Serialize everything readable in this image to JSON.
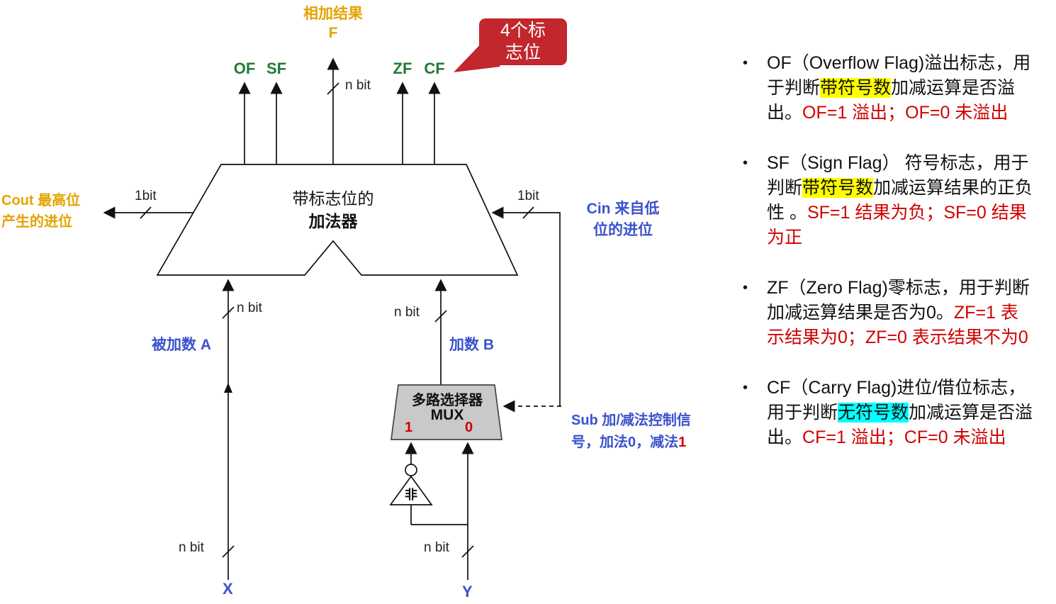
{
  "diagram": {
    "result_label": {
      "line1": "相加结果",
      "line2": "F"
    },
    "nbit": "n bit",
    "onebit": "1bit",
    "flags": {
      "of": "OF",
      "sf": "SF",
      "zf": "ZF",
      "cf": "CF"
    },
    "bubble_text": "4个标志位",
    "adder": {
      "line1": "带标志位的",
      "line2": "加法器"
    },
    "cout": {
      "line1": "Cout 最高位",
      "line2": "产生的进位"
    },
    "cin": {
      "line1": "Cin 来自低",
      "line2": "位的进位"
    },
    "input_a": "被加数 A",
    "input_b": "加数 B",
    "x": "X",
    "y": "Y",
    "mux": {
      "title": "多路选择器",
      "name": "MUX",
      "sel1": "1",
      "sel0": "0"
    },
    "not_label": "非",
    "sub": {
      "line1": "Sub 加/减法控制信",
      "line2_blue": "号，加法0，减法",
      "line2_red": "1"
    }
  },
  "panel": {
    "bullet_char": "•",
    "bullets": [
      {
        "segments": [
          "OF（Overflow Flag)溢出标志，用于判断",
          "带符号数",
          "加减运算是否溢出。",
          "OF=1 溢出；OF=0 未溢出"
        ]
      },
      {
        "segments": [
          "SF（Sign Flag） 符号标志，用于判断",
          "带符号数",
          "加减运算结果的正负性 。",
          "SF=1 结果为负；SF=0 结果为正"
        ]
      },
      {
        "segments": [
          "ZF（Zero Flag)零标志，用于判断加减运算结果是否为0。",
          "ZF=1 表示结果为0；ZF=0 表示结果不为0"
        ]
      },
      {
        "segments": [
          "CF（Carry Flag)进位/借位标志，用于判断",
          "无符号数",
          "加减运算是否溢出。",
          "CF=1 溢出；CF=0 未溢出"
        ]
      }
    ]
  },
  "colors": {
    "accent_orange": "#e5a300",
    "accent_blue": "#3a52cc",
    "accent_green": "#1e7d32",
    "accent_red": "#cf0000",
    "bubble_red": "#c1272d",
    "highlight_yellow": "#ffff00",
    "highlight_cyan": "#00ffff",
    "mux_gray": "#c9c9c9"
  }
}
